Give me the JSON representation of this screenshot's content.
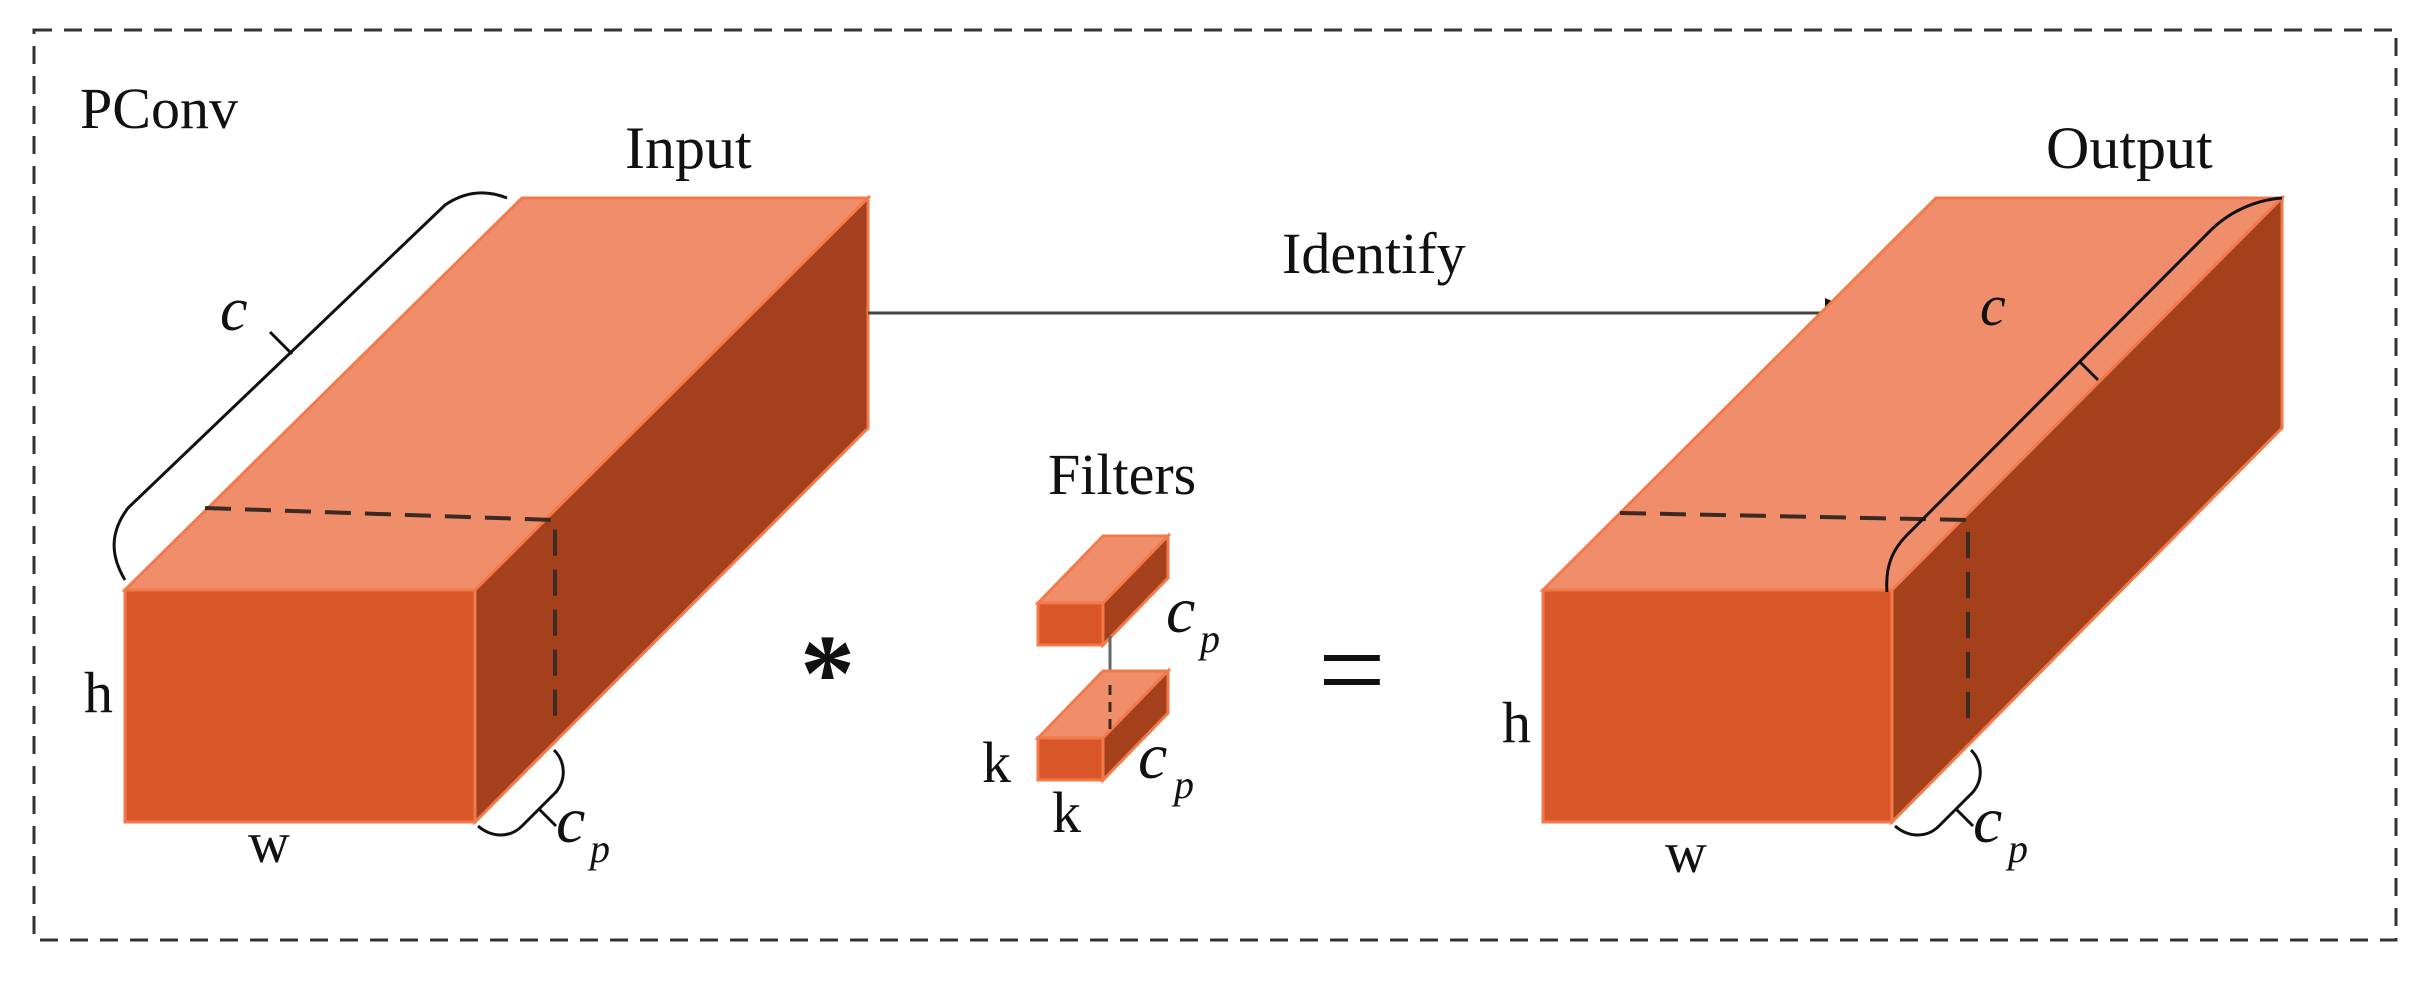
{
  "title": "PConv",
  "input": {
    "label": "Input",
    "dims": {
      "channels": "c",
      "height": "h",
      "width": "w",
      "partial": "c",
      "partial_sub": "p"
    }
  },
  "output": {
    "label": "Output",
    "dims": {
      "channels": "c",
      "height": "h",
      "width": "w",
      "partial": "c",
      "partial_sub": "p"
    }
  },
  "identity_arrow": {
    "label": "Identify"
  },
  "operators": {
    "convolve": "*",
    "equals": "="
  },
  "filters": {
    "label": "Filters",
    "kernel_h": "k",
    "kernel_w": "k",
    "channel_top": "c",
    "channel_top_sub": "p",
    "channel_bottom": "c",
    "channel_bottom_sub": "p"
  },
  "colors": {
    "front": "#d85627",
    "top": "#f08e6b",
    "side": "#a4401b",
    "edge": "#f2794a",
    "line": "#111111",
    "dashed": "#3a2a22",
    "frame": "#333333"
  }
}
